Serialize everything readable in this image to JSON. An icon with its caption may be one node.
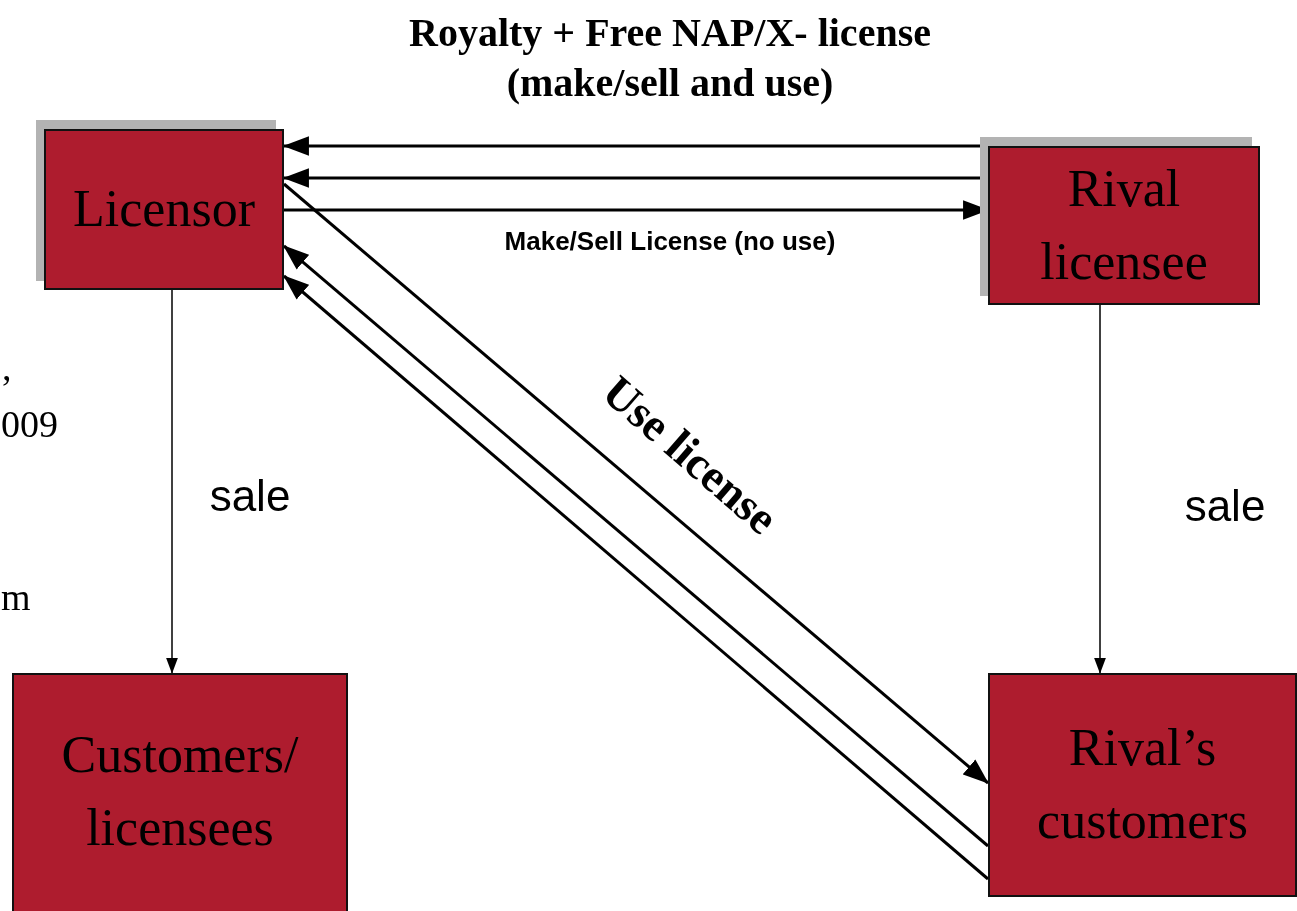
{
  "diagram": {
    "nodes": [
      {
        "text": [
          "Licensor"
        ]
      },
      {
        "text": [
          "Rival licensee"
        ]
      },
      {
        "text": [
          "Customers/ licensees"
        ]
      },
      {
        "text": [
          "Rival’s customers"
        ]
      }
    ],
    "edges": [
      {
        "from": 1,
        "to": 0,
        "arrow": "to",
        "label": "Royalty + Free NAP/X- license (make/sell and use)"
      },
      {
        "from": 1,
        "to": 0,
        "arrow": "to"
      },
      {
        "from": 0,
        "to": 1,
        "arrow": "to",
        "label": "Make/Sell License (no use)"
      },
      {
        "from": 0,
        "to": 3,
        "arrow": "to",
        "label": "Use license"
      },
      {
        "from": 3,
        "to": 0,
        "arrow": "to"
      },
      {
        "from": 3,
        "to": 0,
        "arrow": "to"
      },
      {
        "from": 0,
        "to": 2,
        "arrow": "to",
        "label": "sale"
      },
      {
        "from": 1,
        "to": 3,
        "arrow": "to",
        "label": "sale"
      }
    ],
    "labels": [
      ",",
      "009",
      "m"
    ]
  }
}
